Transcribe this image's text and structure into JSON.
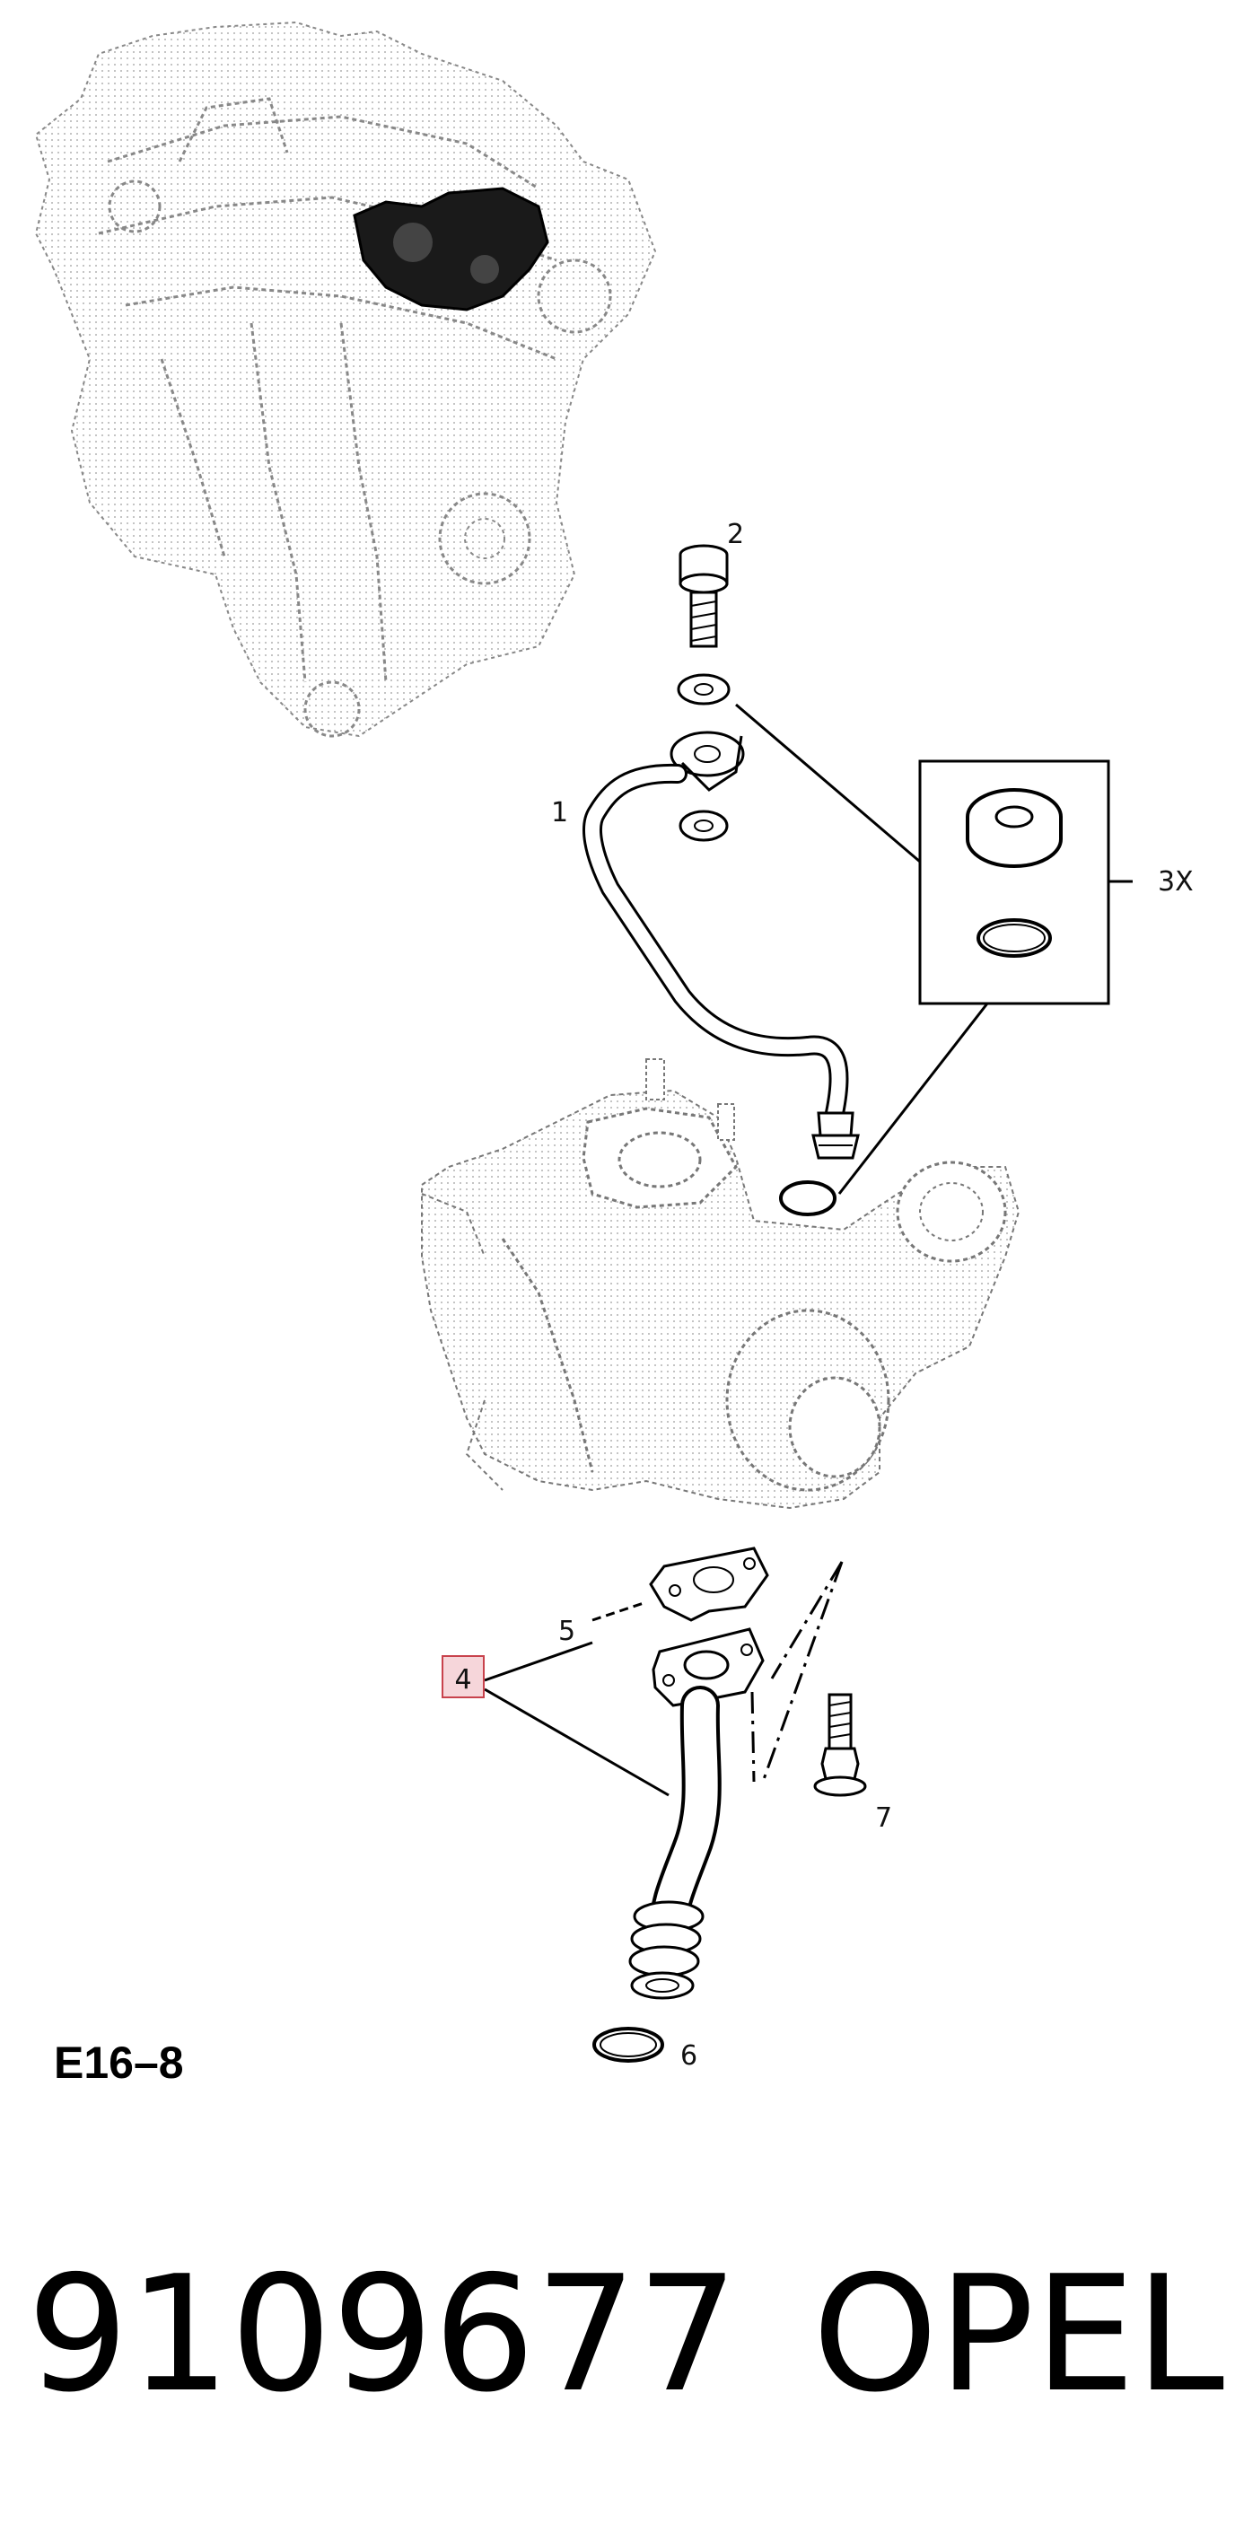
{
  "diagram": {
    "id_label": "E16–8",
    "highlight_color": "#f6d6da",
    "highlight_border": "#c8424c",
    "callouts": {
      "c1": "1",
      "c2": "2",
      "c3x": "3X",
      "c4": "4",
      "c5": "5",
      "c6": "6",
      "c7": "7"
    },
    "highlighted_callout": "4"
  },
  "footer": {
    "part_number": "9109677",
    "brand": "OPEL"
  }
}
